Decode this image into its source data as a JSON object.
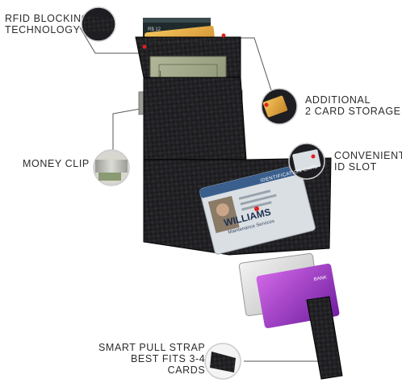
{
  "callouts": {
    "rfid": {
      "lines": [
        "RFID BLOCKING",
        "TECHNOLOGY"
      ]
    },
    "additional": {
      "lines": [
        "ADDITIONAL",
        "2 CARD STORAGE"
      ]
    },
    "money_clip": {
      "lines": [
        "MONEY CLIP"
      ]
    },
    "id_slot": {
      "lines": [
        "CONVENIENT",
        "ID SLOT"
      ]
    },
    "pull_strap": {
      "lines": [
        "SMART PULL STRAP",
        "BEST FITS 3-4",
        "CARDS"
      ]
    }
  },
  "id_card": {
    "header": "IDENTIFICATION CARD",
    "name": "WILLIAMS",
    "role": "Maintenance Services"
  },
  "card_bank": "BANK",
  "colors": {
    "wallet": "#1c1c1f",
    "gold_card": "#e6a93a",
    "purple_card": "#a43cc9",
    "cash": "#8f9a78",
    "clip": "#b8b8b2",
    "pin": "#e02020"
  }
}
